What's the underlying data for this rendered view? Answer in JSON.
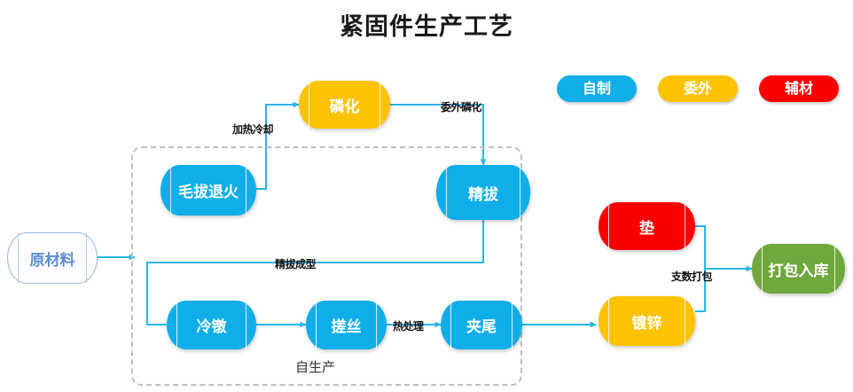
{
  "title": "紧固件生产工艺",
  "legend": {
    "items": [
      {
        "label": "自制",
        "color": "#10aee8"
      },
      {
        "label": "委外",
        "color": "#fdc300"
      },
      {
        "label": "辅材",
        "color": "#fa0000"
      }
    ]
  },
  "group": {
    "label": "自生产"
  },
  "nodes": [
    {
      "id": "raw",
      "label": "原材料",
      "type": "自制",
      "color": "#fdfdff"
    },
    {
      "id": "phosphate",
      "label": "磷化",
      "type": "委外",
      "color": "#fdc300"
    },
    {
      "id": "anneal",
      "label": "毛拔退火",
      "type": "自制",
      "color": "#10aee8"
    },
    {
      "id": "finedraw",
      "label": "精拔",
      "type": "自制",
      "color": "#10aee8"
    },
    {
      "id": "coldhead",
      "label": "冷镦",
      "type": "自制",
      "color": "#10aee8"
    },
    {
      "id": "threadroll",
      "label": "搓丝",
      "type": "自制",
      "color": "#10aee8"
    },
    {
      "id": "claytail",
      "label": "夹尾",
      "type": "自制",
      "color": "#10aee8"
    },
    {
      "id": "washer",
      "label": "垫",
      "type": "辅材",
      "color": "#fa0000"
    },
    {
      "id": "galvanize",
      "label": "镀锌",
      "type": "委外",
      "color": "#fdc300"
    },
    {
      "id": "packing",
      "label": "打包入库",
      "type": "成品",
      "color": "#6fa83c"
    }
  ],
  "edge_labels": [
    {
      "id": "heat-cool",
      "text": "加热冷却"
    },
    {
      "id": "outsource-phos",
      "text": "委外磷化"
    },
    {
      "id": "finedraw-form",
      "text": "精拔成型"
    },
    {
      "id": "heat-treat",
      "text": "热处理"
    },
    {
      "id": "count-pack",
      "text": "支数打包"
    }
  ],
  "colors": {
    "wire": "#29b6e8",
    "dash": "#bfbfbf",
    "self": "#10aee8",
    "outsource": "#fdc300",
    "aux": "#fa0000",
    "finished": "#6fa83c"
  }
}
